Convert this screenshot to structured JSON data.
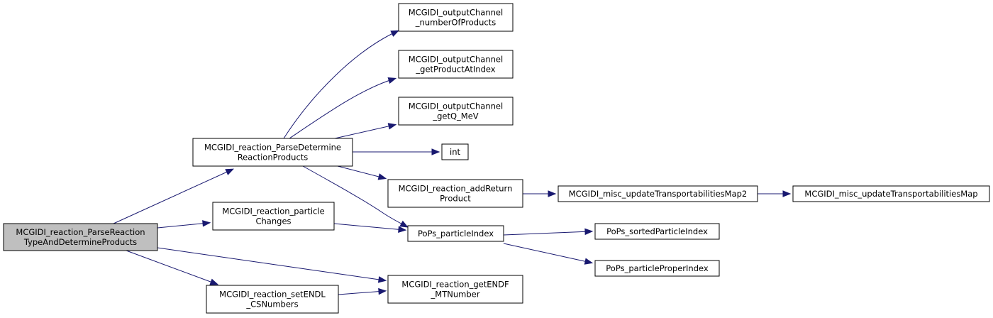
{
  "graph": {
    "nodes": [
      {
        "id": "root",
        "lines": [
          "MCGIDI_reaction_ParseReaction",
          "TypeAndDetermineProducts"
        ],
        "root": true
      },
      {
        "id": "parseDetermine",
        "lines": [
          "MCGIDI_reaction_ParseDetermine",
          "ReactionProducts"
        ]
      },
      {
        "id": "numProducts",
        "lines": [
          "MCGIDI_outputChannel",
          "_numberOfProducts"
        ]
      },
      {
        "id": "getProduct",
        "lines": [
          "MCGIDI_outputChannel",
          "_getProductAtIndex"
        ]
      },
      {
        "id": "getQ",
        "lines": [
          "MCGIDI_outputChannel",
          "_getQ_MeV"
        ]
      },
      {
        "id": "int",
        "lines": [
          "int"
        ]
      },
      {
        "id": "addReturn",
        "lines": [
          "MCGIDI_reaction_addReturn",
          "Product"
        ]
      },
      {
        "id": "map2",
        "lines": [
          "MCGIDI_misc_updateTransportabilitiesMap2"
        ]
      },
      {
        "id": "map",
        "lines": [
          "MCGIDI_misc_updateTransportabilitiesMap"
        ]
      },
      {
        "id": "particleChanges",
        "lines": [
          "MCGIDI_reaction_particle",
          "Changes"
        ]
      },
      {
        "id": "particleIndex",
        "lines": [
          "PoPs_particleIndex"
        ]
      },
      {
        "id": "sortedIndex",
        "lines": [
          "PoPs_sortedParticleIndex"
        ]
      },
      {
        "id": "properIndex",
        "lines": [
          "PoPs_particleProperIndex"
        ]
      },
      {
        "id": "getENDF",
        "lines": [
          "MCGIDI_reaction_getENDF",
          "_MTNumber"
        ]
      },
      {
        "id": "setENDL",
        "lines": [
          "MCGIDI_reaction_setENDL",
          "_CSNumbers"
        ]
      }
    ],
    "edges": [
      {
        "from": "root",
        "to": "parseDetermine"
      },
      {
        "from": "root",
        "to": "particleChanges"
      },
      {
        "from": "root",
        "to": "getENDF"
      },
      {
        "from": "root",
        "to": "setENDL"
      },
      {
        "from": "parseDetermine",
        "to": "numProducts"
      },
      {
        "from": "parseDetermine",
        "to": "getProduct"
      },
      {
        "from": "parseDetermine",
        "to": "getQ"
      },
      {
        "from": "parseDetermine",
        "to": "int"
      },
      {
        "from": "parseDetermine",
        "to": "addReturn"
      },
      {
        "from": "parseDetermine",
        "to": "particleIndex"
      },
      {
        "from": "addReturn",
        "to": "map2"
      },
      {
        "from": "map2",
        "to": "map"
      },
      {
        "from": "particleChanges",
        "to": "particleIndex"
      },
      {
        "from": "particleIndex",
        "to": "sortedIndex"
      },
      {
        "from": "particleIndex",
        "to": "properIndex"
      },
      {
        "from": "setENDL",
        "to": "getENDF"
      }
    ]
  }
}
